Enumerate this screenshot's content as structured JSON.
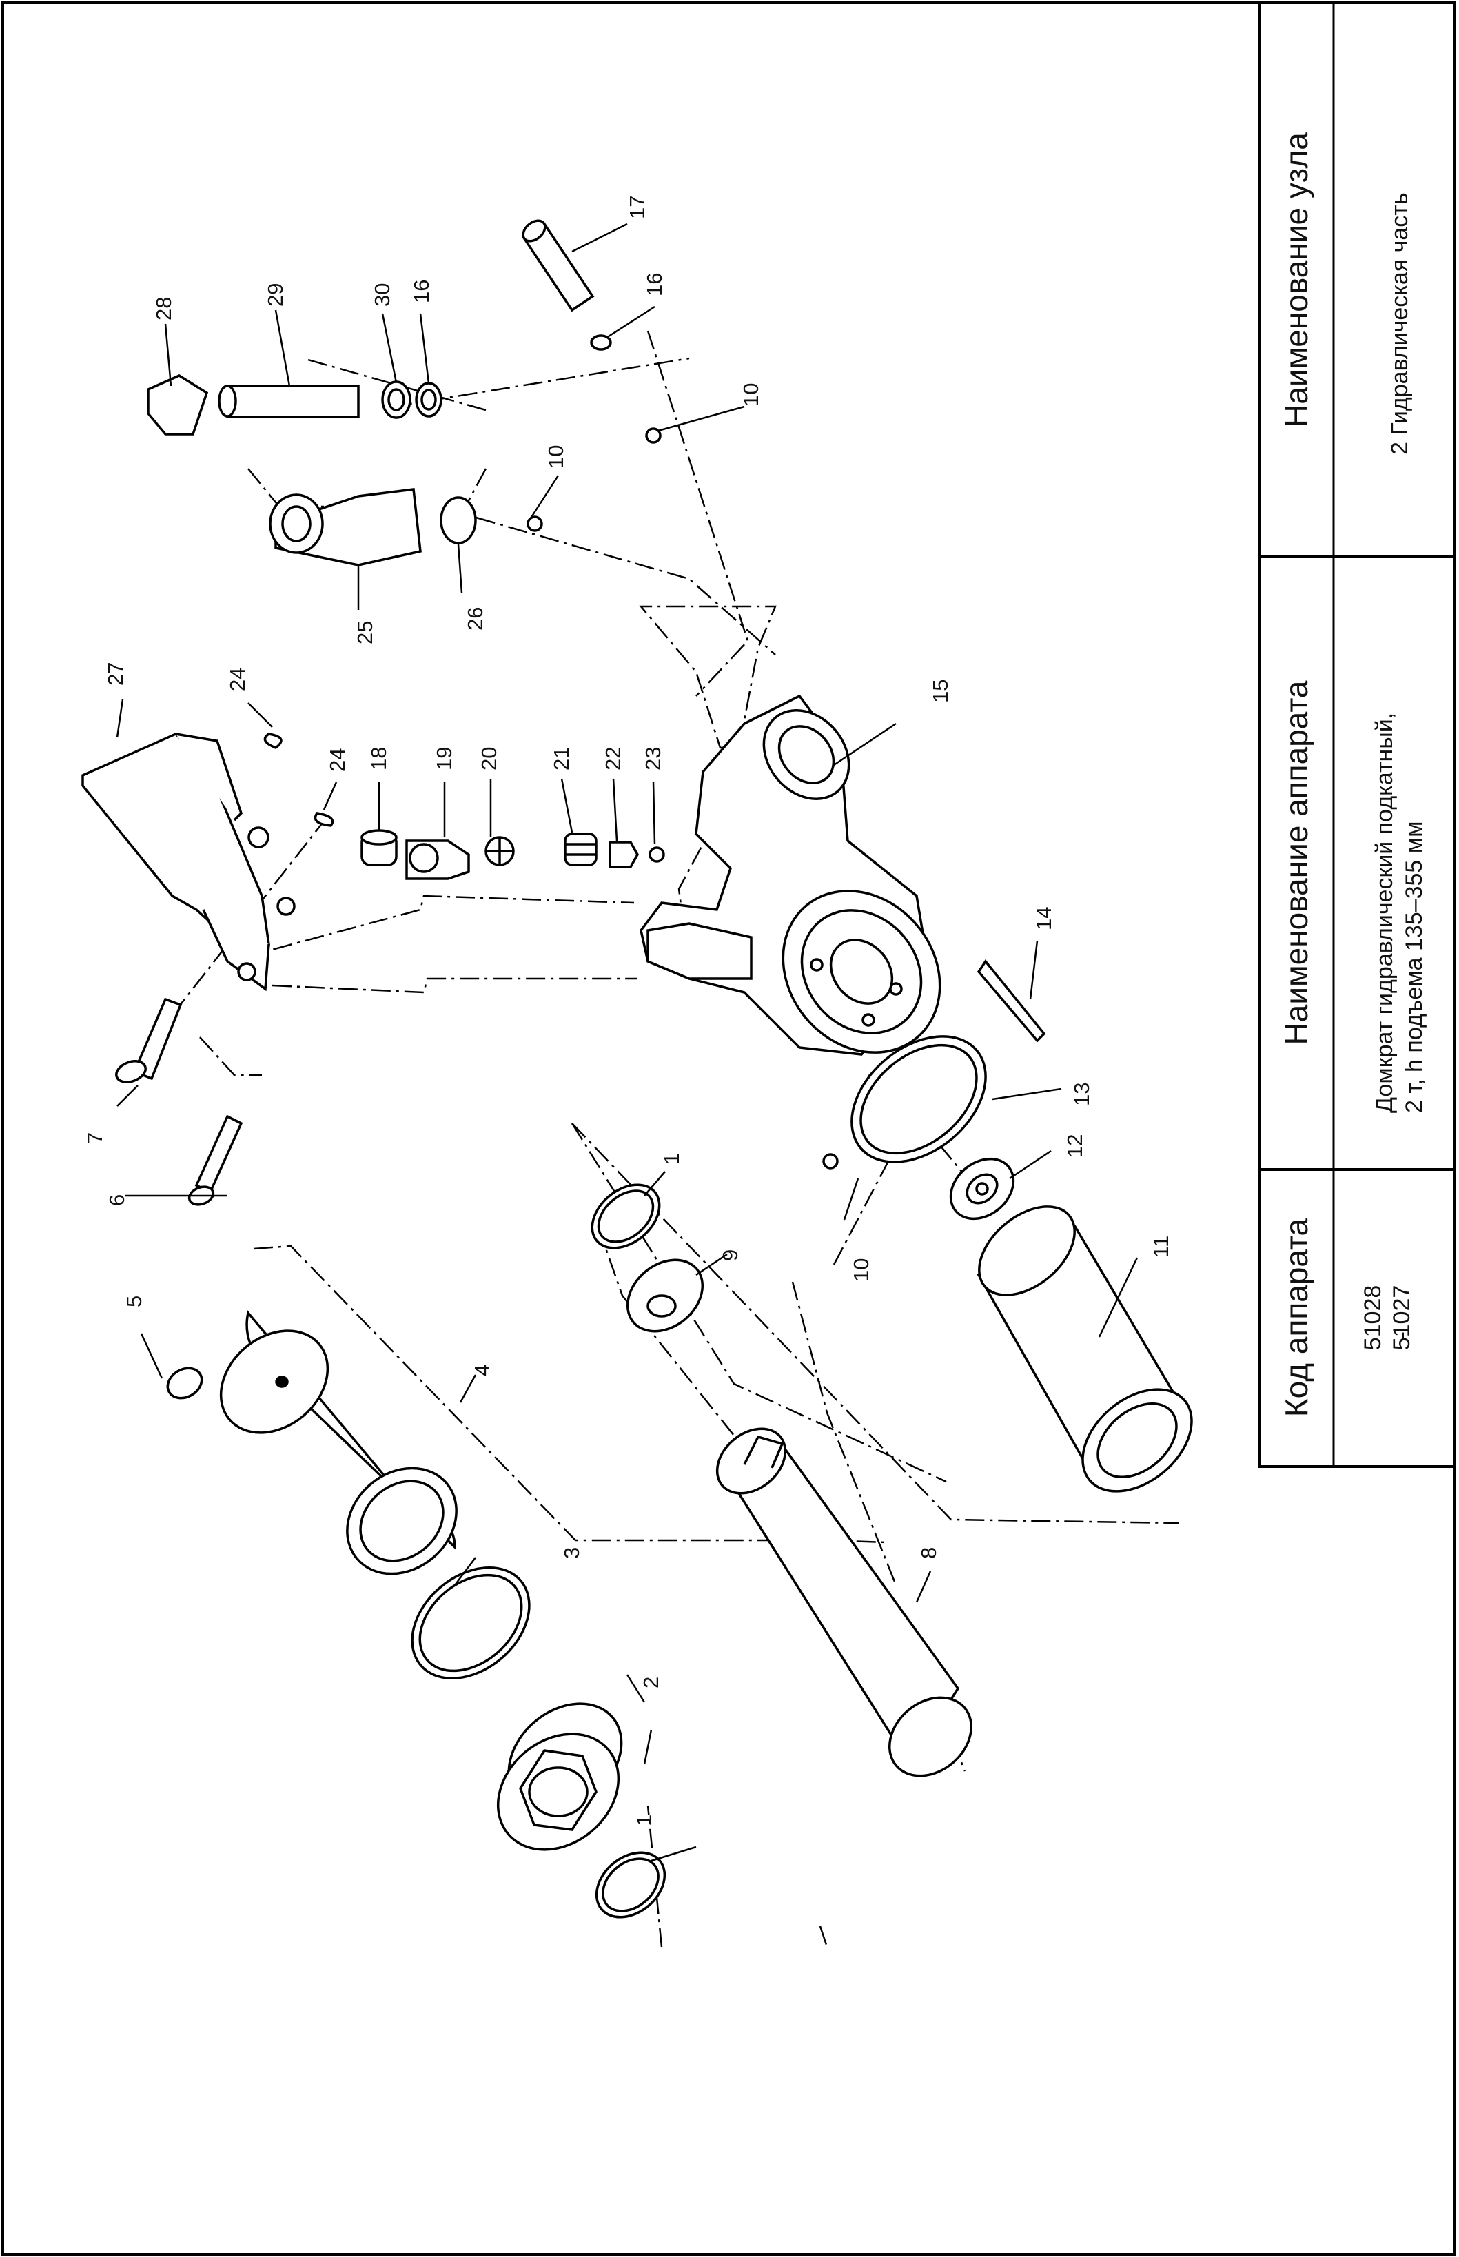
{
  "table": {
    "col_code_header": "Код аппарата",
    "col_device_header": "Наименование аппарата",
    "col_unit_header": "Наименование узла",
    "codes": [
      "51028",
      "51027"
    ],
    "code_dash": "-",
    "device_line1": "Домкрат гидравлический подкатный,",
    "device_line2": "2 т, h подъема 135–355 мм",
    "unit_name": "2 Гидравлическая часть"
  },
  "parts": {
    "p1a": "1",
    "p1b": "1",
    "p2": "2",
    "p3": "3",
    "p4": "4",
    "p5": "5",
    "p6": "6",
    "p7": "7",
    "p8": "8",
    "p9": "9",
    "p10a": "10",
    "p10b": "10",
    "p10c": "10",
    "p11": "11",
    "p12": "12",
    "p13": "13",
    "p14": "14",
    "p15": "15",
    "p16a": "16",
    "p16b": "16",
    "p17": "17",
    "p18": "18",
    "p19": "19",
    "p20": "20",
    "p21": "21",
    "p22": "22",
    "p23": "23",
    "p24a": "24",
    "p24b": "24",
    "p25": "25",
    "p26": "26",
    "p27": "27",
    "p28": "28",
    "p29": "29",
    "p30": "30"
  }
}
